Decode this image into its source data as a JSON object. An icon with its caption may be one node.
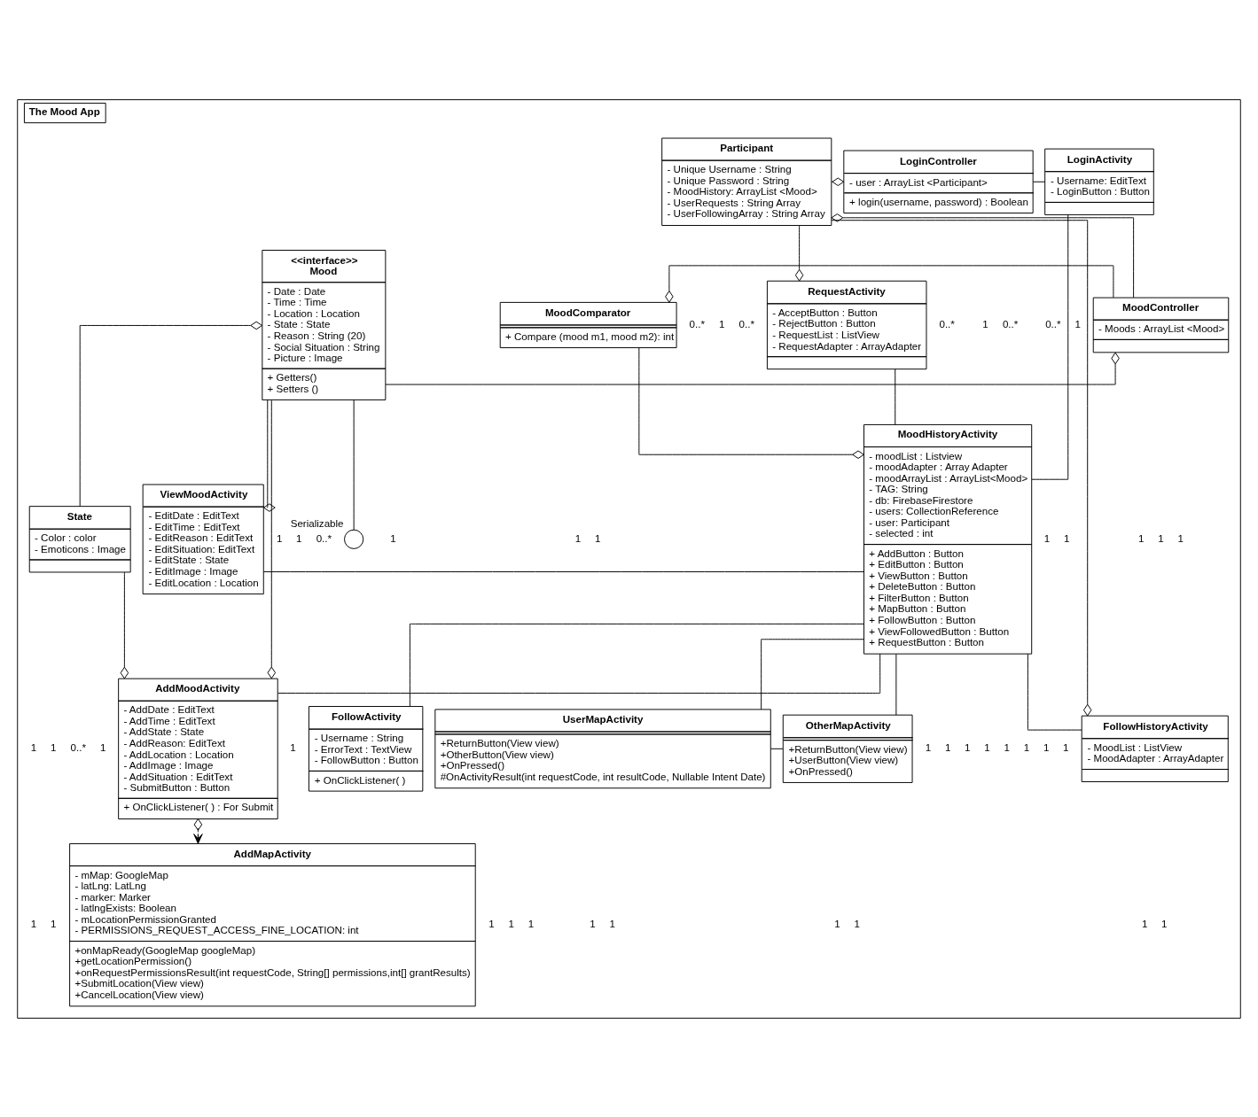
{
  "diagram": {
    "nodes": [
      {
        "text": [
          "The Mood App"
        ]
      },
      {
        "text": [
          "Participant",
          "- Unique Username : String - Unique Password : String - MoodHistory: ArrayList <Mood> - UserRequests : String Array - UserFollowingArray : String Array"
        ],
        "in": 0
      },
      {
        "text": [
          "LoginController",
          "- user : ArrayList <Participant>",
          "+ login(username, password) : Boolean"
        ],
        "in": 0
      },
      {
        "text": [
          "LoginActivity",
          "- Username: EditText - LoginButton : Button"
        ],
        "in": 0
      },
      {
        "text": [
          "MoodComparator",
          "+ Compare (mood m1, mood m2): int"
        ],
        "in": 0
      },
      {
        "text": [
          "<<interface>>",
          "Mood",
          "- Date : Date - Time : Time - Location : Location - State : State - Reason : String (20) - Social Situation : String - Picture : Image",
          "+ Getters() + Setters ()"
        ],
        "in": 0
      },
      {
        "text": [
          "RequestActivity",
          "- AcceptButton : Button - RejectButton : Button - RequestList : ListView - RequestAdapter : ArrayAdapter"
        ],
        "in": 0
      },
      {
        "text": [
          "MoodController",
          "- Moods : ArrayList <Mood>"
        ],
        "in": 0
      },
      {
        "text": [
          "MoodHistoryActivity",
          "- moodList : Listview - moodAdapter : Array Adapter - moodArrayList : ArrayList<Mood> - TAG: String - db: FirebaseFirestore - users: CollectionReference - user: Participant - selected : int",
          "+ AddButton : Button + EditButton : Button + ViewButton : Button + DeleteButton : Button + FilterButton : Button + MapButton : Button + FollowButton : Button + ViewFollowedButton : Button + RequestButton : Button"
        ],
        "in": 0
      },
      {
        "text": [],
        "shape": "circle",
        "beside": [
          "Serializable"
        ],
        "in": 0
      },
      {
        "text": [
          "ViewMoodActivity",
          "- EditDate : EditText - EditTime : EditText - EditReason : EditText - EditSituation: EditText - EditState : State - EditImage : Image - EditLocation : Location"
        ],
        "in": 0
      },
      {
        "text": [
          "State",
          "- Color : color - Emoticons : Image"
        ],
        "in": 0
      },
      {
        "text": [
          "AddMoodActivity",
          "- AddDate : EditText - AddTime : EditText - AddState : State - AddReason: EditText - AddLocation : Location - AddImage : Image - AddSituation : EditText - SubmitButton : Button",
          "+ OnClickListener( ) : For Submit"
        ],
        "in": 0
      },
      {
        "text": [
          "AddMapActivity",
          "- mMap: GoogleMap - latLng: LatLng - marker: Marker - latlngExists: Boolean - mLocationPermissionGranted - PERMISSIONS_REQUEST_ACCESS_FINE_LOCATION: int",
          "+onMapReady(GoogleMap googleMap) +getLocationPermission() +onRequestPermissionsResult(int requestCode, String[] permissions,int[] grantResults) +SubmitLocation(View view) +CancelLocation(View view)"
        ],
        "in": 0
      },
      {
        "text": [
          "FollowHistoryActivity",
          "- MoodList : ListView - MoodAdapter : ArrayAdapter"
        ],
        "in": 0
      },
      {
        "text": [
          "OtherMapActivity",
          "+ReturnButton(View view) +UserButton(View view) +OnPressed()"
        ],
        "in": 0
      },
      {
        "text": [
          "FollowActivity",
          "- Username : String - ErrorText : TextView - FollowButton : Button",
          "+ OnClickListener( )"
        ],
        "in": 0
      },
      {
        "text": [
          "UserMapActivity",
          "+ReturnButton(View view) +OtherButton(View view) +OnPressed() #OnActivityResult(int requestCode, int resultCode, Nullable Intent Date)"
        ],
        "in": 0
      }
    ],
    "edges": [
      {
        "from": 1,
        "to": 2,
        "arrow": "other"
      },
      {
        "from": 2,
        "to": 3,
        "arrow": "none"
      },
      {
        "from": 3,
        "to": 8,
        "arrow": "none"
      },
      {
        "from": 7,
        "to": 1,
        "arrow": "other"
      },
      {
        "from": 1,
        "to": 6,
        "arrow": "other"
      },
      {
        "from": 1,
        "to": 14,
        "arrow": "other"
      },
      {
        "from": 7,
        "to": 4,
        "arrow": "other"
      },
      {
        "from": 4,
        "to": 8,
        "arrow": "other"
      },
      {
        "from": 5,
        "to": 7,
        "arrow": "other"
      },
      {
        "from": 5,
        "to": 9,
        "arrow": "none"
      },
      {
        "from": 11,
        "to": 5,
        "arrow": "other"
      },
      {
        "from": 5,
        "to": 10,
        "arrow": "other"
      },
      {
        "from": 5,
        "to": 12,
        "arrow": "other"
      },
      {
        "from": 6,
        "to": 8,
        "arrow": "none"
      },
      {
        "from": 8,
        "to": 10,
        "arrow": "none"
      },
      {
        "from": 8,
        "to": 14,
        "arrow": "none"
      },
      {
        "from": 8,
        "to": 16,
        "arrow": "none"
      },
      {
        "from": 8,
        "to": 12,
        "arrow": "none"
      },
      {
        "from": 8,
        "to": 17,
        "arrow": "none"
      },
      {
        "from": 8,
        "to": 15,
        "arrow": "none"
      },
      {
        "from": 11,
        "to": 12,
        "arrow": "other"
      },
      {
        "from": 12,
        "to": 13,
        "arrow": "to"
      },
      {
        "from": 17,
        "to": 15,
        "arrow": "none"
      }
    ],
    "labels": [
      "1",
      "0..*",
      "0..*",
      "1",
      "0..*",
      "1",
      "0..*",
      "0..*",
      "1",
      "1",
      "1",
      "1",
      "1",
      "1",
      "1",
      "1",
      "1",
      "1",
      "1",
      "1",
      "0..*",
      "1",
      "1",
      "1",
      "0..*",
      "1",
      "1",
      "1",
      "1",
      "1",
      "1",
      "1",
      "1",
      "1",
      "1",
      "1",
      "1",
      "1",
      "1",
      "1",
      "1",
      "1",
      "1"
    ]
  }
}
